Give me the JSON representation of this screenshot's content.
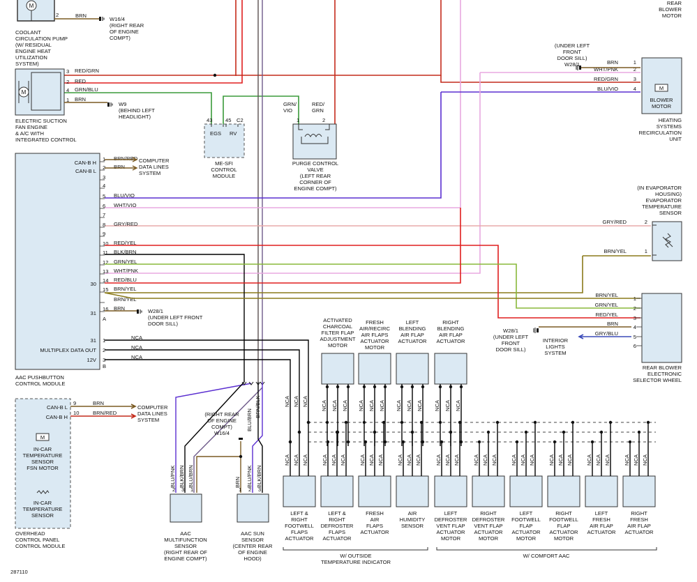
{
  "diagram_id": "287110",
  "colors": {
    "red": "#e01e1e",
    "red_dark": "#c42a1a",
    "brown": "#7a5a22",
    "green": "#3a9a3a",
    "gry_red": "#e8aaaa",
    "violet": "#5a2ed0",
    "pink": "#e8a8e0",
    "brn_yel": "#8a7a1a",
    "grn_yel": "#88b83a",
    "blk": "#000000",
    "blu_brn": "#6e5a8a",
    "brn_blk": "#5a5050",
    "component_fill": "#dbe9f3"
  },
  "top": {
    "coolant_pump": [
      "COOLANT",
      "CIRCULATION PUMP",
      "(W/ RESIDUAL",
      "ENGINE HEAT",
      "UTILIZATION",
      "SYSTEM)"
    ],
    "pump_wire": {
      "pin": "2",
      "color": "BRN"
    },
    "ground_w16": [
      "W16/4",
      "(RIGHT REAR",
      "OF ENGINE",
      "COMPT)"
    ],
    "rear_blower_motor": [
      "REAR",
      "BLOWER",
      "MOTOR"
    ]
  },
  "fan": {
    "label": [
      "ELECTRIC SUCTION",
      "FAN ENGINE",
      "& A/C WITH",
      "INTEGRATED CONTROL"
    ],
    "wires": [
      {
        "pin": "3",
        "color": "RED/GRN"
      },
      {
        "pin": "2",
        "color": "RED"
      },
      {
        "pin": "4",
        "color": "GRN/BLU"
      },
      {
        "pin": "1",
        "color": "BRN"
      }
    ],
    "ground": [
      "W9",
      "(BEHIND LEFT",
      "HEADLIGHT)"
    ]
  },
  "mesfi": {
    "pins": [
      "43",
      "45",
      "C2"
    ],
    "terminals": [
      "EGS",
      "RV"
    ],
    "label": [
      "ME-SFI",
      "CONTROL",
      "MODULE"
    ]
  },
  "purge": {
    "wire_left": [
      "GRN/",
      "VIO"
    ],
    "wire_right": [
      "RED/",
      "GRN"
    ],
    "pins": [
      "1",
      "2"
    ],
    "label": [
      "PURGE CONTROL",
      "VALVE",
      "(LEFT REAR",
      "CORNER OF",
      "ENGINE COMPT)"
    ]
  },
  "blower": {
    "ground": [
      "(UNDER LEFT",
      "FRONT",
      "DOOR SILL)",
      "W28/1"
    ],
    "wires": [
      {
        "pin": "1",
        "color": "BRN"
      },
      {
        "pin": "2",
        "color": "WHT/PNK"
      },
      {
        "pin": "3",
        "color": "RED/GRN"
      },
      {
        "pin": "4",
        "color": "BLU/VIO"
      }
    ],
    "icon": "motor-icon",
    "inner": [
      "BLOWER",
      "MOTOR"
    ],
    "label": [
      "HEATING",
      "SYSTEMS",
      "RECIRCULATION",
      "UNIT"
    ]
  },
  "evap": {
    "label": [
      "(IN EVAPORATOR",
      "HOUSING)",
      "EVAPORATOR",
      "TEMPERATURE",
      "SENSOR"
    ],
    "wires": [
      {
        "pin": "2",
        "color": "GRY/RED"
      },
      {
        "pin": "1",
        "color": "BRN/YEL"
      }
    ]
  },
  "aac": {
    "can_h": "CAN-B H",
    "can_l": "CAN-B L",
    "side_30": "30",
    "side_31a": "31",
    "side_31b": "31",
    "mux": "MULTIPLEX DATA OUT",
    "v12": "12V",
    "sub_a": "A",
    "sub_b": "B",
    "pins": [
      {
        "n": "1",
        "c": "BRN/RED"
      },
      {
        "n": "2",
        "c": "BRN"
      },
      {
        "n": "3",
        "c": ""
      },
      {
        "n": "4",
        "c": ""
      },
      {
        "n": "5",
        "c": "BLU/VIO"
      },
      {
        "n": "6",
        "c": "WHT/VIO"
      },
      {
        "n": "7",
        "c": ""
      },
      {
        "n": "8",
        "c": "GRY/RED"
      },
      {
        "n": "9",
        "c": ""
      },
      {
        "n": "10",
        "c": "RED/YEL"
      },
      {
        "n": "11",
        "c": "BLK/BRN"
      },
      {
        "n": "12",
        "c": "GRN/YEL"
      },
      {
        "n": "13",
        "c": "WHT/PNK"
      },
      {
        "n": "14",
        "c": "RED/BLU"
      },
      {
        "n": "15",
        "c": "BRN/YEL"
      },
      {
        "n": "",
        "c": "BRN/YEL"
      },
      {
        "n": "16",
        "c": "BRN"
      }
    ],
    "pins_b": [
      {
        "n": "1",
        "c": "NCA"
      },
      {
        "n": "2",
        "c": "NCA"
      },
      {
        "n": "3",
        "c": "NCA"
      }
    ],
    "computer": [
      "COMPUTER",
      "DATA LINES",
      "SYSTEM"
    ],
    "ground": [
      "W28/1",
      "(UNDER LEFT FRONT",
      "DOOR SILL)"
    ],
    "label": [
      "AAC PUSHBUTTON",
      "CONTROL MODULE"
    ]
  },
  "rear_selector": {
    "wires": [
      {
        "pin": "1",
        "color": "BRN/YEL"
      },
      {
        "pin": "2",
        "color": "GRN/YEL"
      },
      {
        "pin": "3",
        "color": "RED/YEL"
      },
      {
        "pin": "4",
        "color": "BRN"
      },
      {
        "pin": "5",
        "color": "GRY/BLU"
      },
      {
        "pin": "6",
        "color": ""
      }
    ],
    "ground": [
      "W28/1",
      "(UNDER LEFT",
      "FRONT",
      "DOOR SILL)"
    ],
    "interior": [
      "INTERIOR",
      "LIGHTS",
      "SYSTEM"
    ],
    "label": [
      "REAR BLOWER",
      "ELECTRONIC",
      "SELECTOR WHEEL"
    ]
  },
  "top_motors": [
    {
      "label": [
        "ACTIVATED",
        "CHARCOAL",
        "FILTER FLAP",
        "ADJUSTMENT",
        "MOTOR"
      ]
    },
    {
      "label": [
        "FRESH",
        "AIR/RECIRC",
        "AIR FLAPS",
        "ACTUATOR",
        "MOTOR"
      ]
    },
    {
      "label": [
        "LEFT",
        "BLENDING",
        "AIR FLAP",
        "ACTUATOR"
      ]
    },
    {
      "label": [
        "RIGHT",
        "BLENDING",
        "AIR FLAP",
        "ACTUATOR"
      ]
    }
  ],
  "nca": "NCA",
  "bottom_components": [
    {
      "label": [
        "LEFT &",
        "RIGHT",
        "FOOTWELL",
        "FLAPS",
        "ACTUATOR"
      ]
    },
    {
      "label": [
        "LEFT &",
        "RIGHT",
        "DEFROSTER",
        "FLAPS",
        "ACTUATOR"
      ]
    },
    {
      "label": [
        "FRESH",
        "AIR",
        "FLAPS",
        "ACTUATOR"
      ]
    },
    {
      "label": [
        "AIR",
        "HUMIDITY",
        "SENSOR"
      ]
    },
    {
      "label": [
        "LEFT",
        "DEFROSTER",
        "VENT FLAP",
        "ACTUATOR",
        "MOTOR"
      ]
    },
    {
      "label": [
        "RIGHT",
        "DEFROSTER",
        "VENT FLAP",
        "ACTUATOR",
        "MOTOR"
      ]
    },
    {
      "label": [
        "LEFT",
        "FOOTWELL",
        "FLAP",
        "ACTUATOR",
        "MOTOR"
      ]
    },
    {
      "label": [
        "RIGHT",
        "FOOTWELL",
        "FLAP",
        "ACTUATOR",
        "MOTOR"
      ]
    },
    {
      "label": [
        "LEFT",
        "FRESH",
        "AIR FLAP",
        "ACTUATOR"
      ]
    },
    {
      "label": [
        "RIGHT",
        "FRESH",
        "AIR FLAP",
        "ACTUATOR"
      ]
    }
  ],
  "brackets": {
    "outside": [
      "W/ OUTSIDE",
      "TEMPERATURE INDICATOR"
    ],
    "comfort": [
      "W/ COMFORT AAC"
    ]
  },
  "overhead": {
    "can_l": "CAN-B L",
    "can_h": "CAN-B H",
    "wires": [
      {
        "pin": "9",
        "color": "BRN"
      },
      {
        "pin": "10",
        "color": "BRN/RED"
      }
    ],
    "computer": [
      "COMPUTER",
      "DATA LINES",
      "SYSTEM"
    ],
    "icon": "motor-icon",
    "motor": [
      "IN-CAR",
      "TEMPERATURE",
      "SENSOR",
      "FSN MOTOR"
    ],
    "sensor_icon": "thermistor-icon",
    "sensor": [
      "IN-CAR",
      "TEMPERATURE",
      "SENSOR"
    ],
    "label": [
      "OVERHEAD",
      "CONTROL PANEL",
      "CONTROL MODULE"
    ]
  },
  "multifunction": {
    "wires": [
      "BLU/PNK",
      "BLK/BRN",
      "BLU/BRN"
    ],
    "pins": [
      "2",
      "3",
      "1"
    ],
    "label": [
      "AAC",
      "MULTIFUNCTION",
      "SENSOR",
      "(RIGHT REAR OF",
      "ENGINE COMPT)"
    ]
  },
  "sun": {
    "ground": [
      "(RIGHT REAR",
      "OF ENGINE",
      "COMPT)",
      "W16/4"
    ],
    "wires_top": [
      "BLU/BRN",
      "BRN/BLK"
    ],
    "wires": [
      "BRN",
      "BLU/PNK",
      "BLK/BRN"
    ],
    "pins": [
      "1",
      "2",
      "3"
    ],
    "label": [
      "AAC SUN",
      "SENSOR",
      "(CENTER REAR",
      "OF ENGINE",
      "HOOD)"
    ]
  }
}
